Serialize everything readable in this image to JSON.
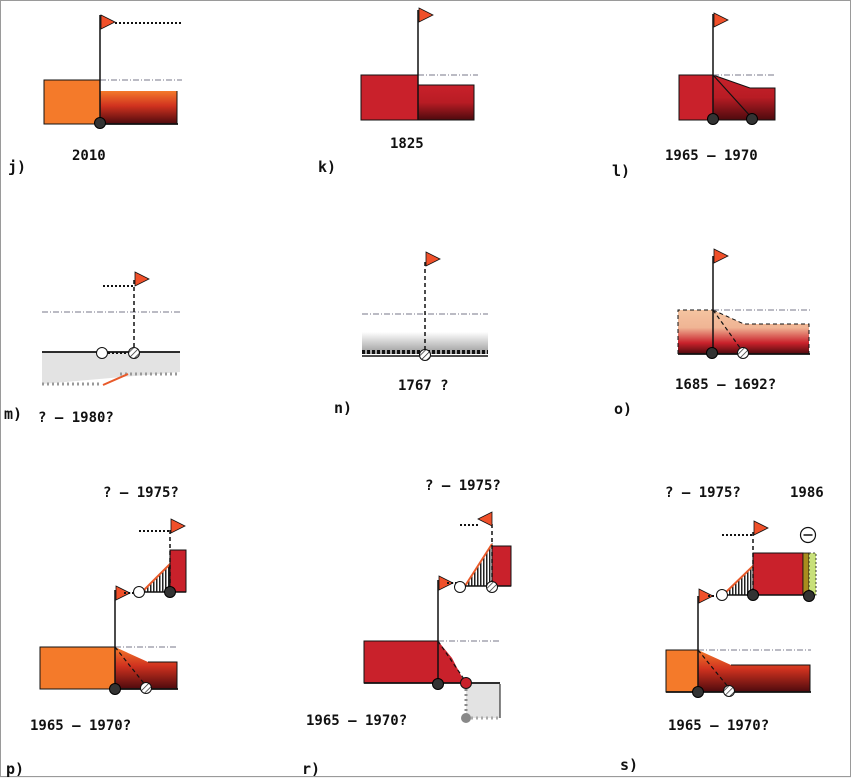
{
  "panels": [
    {
      "label": "j)",
      "date": "2010"
    },
    {
      "label": "k)",
      "date": "1825"
    },
    {
      "label": "l)",
      "date": "1965 – 1970"
    },
    {
      "label": "m)",
      "date": "? – 1980?"
    },
    {
      "label": "n)",
      "date": "1767 ?"
    },
    {
      "label": "o)",
      "date": "1685 – 1692?"
    },
    {
      "label": "p)",
      "date_top": "? – 1975?",
      "date_bottom": "1965 – 1970?"
    },
    {
      "label": "r)",
      "date_top": "? – 1975?",
      "date_bottom": "1965 – 1970?"
    },
    {
      "label": "s)",
      "date_top": "? – 1975?",
      "date_extra": "1986",
      "date_bottom": "1965 – 1970?"
    }
  ],
  "colors": {
    "orange": "#f47a2a",
    "red": "#c9212b",
    "dark_red": "#6e0f14",
    "flag": "#f0502a",
    "peach": "#f4c4a0",
    "grey_fill": "#e3e3e3",
    "olive": "#a98c1e",
    "lime": "#c8e07a"
  }
}
